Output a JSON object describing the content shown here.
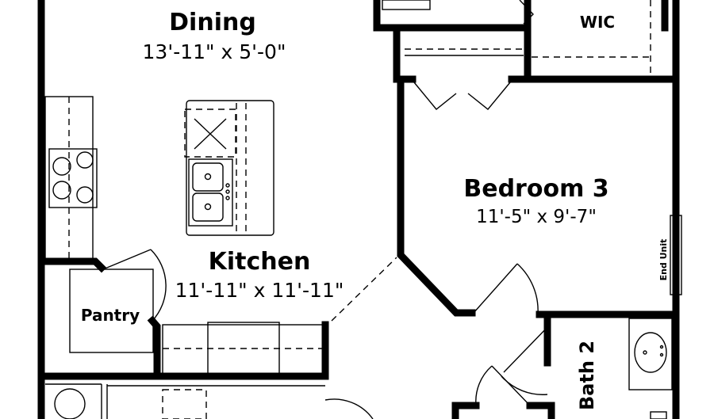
{
  "rooms": {
    "dining": {
      "name": "Dining",
      "size": "13'-11\" x 5'-0\""
    },
    "wic": {
      "name": "WIC"
    },
    "bedroom3": {
      "name": "Bedroom 3",
      "size": "11'-5\" x 9'-7\""
    },
    "kitchen": {
      "name": "Kitchen",
      "size": "11'-11\" x 11'-11\""
    },
    "pantry": {
      "name": "Pantry"
    },
    "bath2": {
      "name": "Bath 2"
    }
  },
  "annotations": {
    "end_unit": "End Unit"
  },
  "colors": {
    "line": "#000000",
    "background": "#ffffff"
  }
}
